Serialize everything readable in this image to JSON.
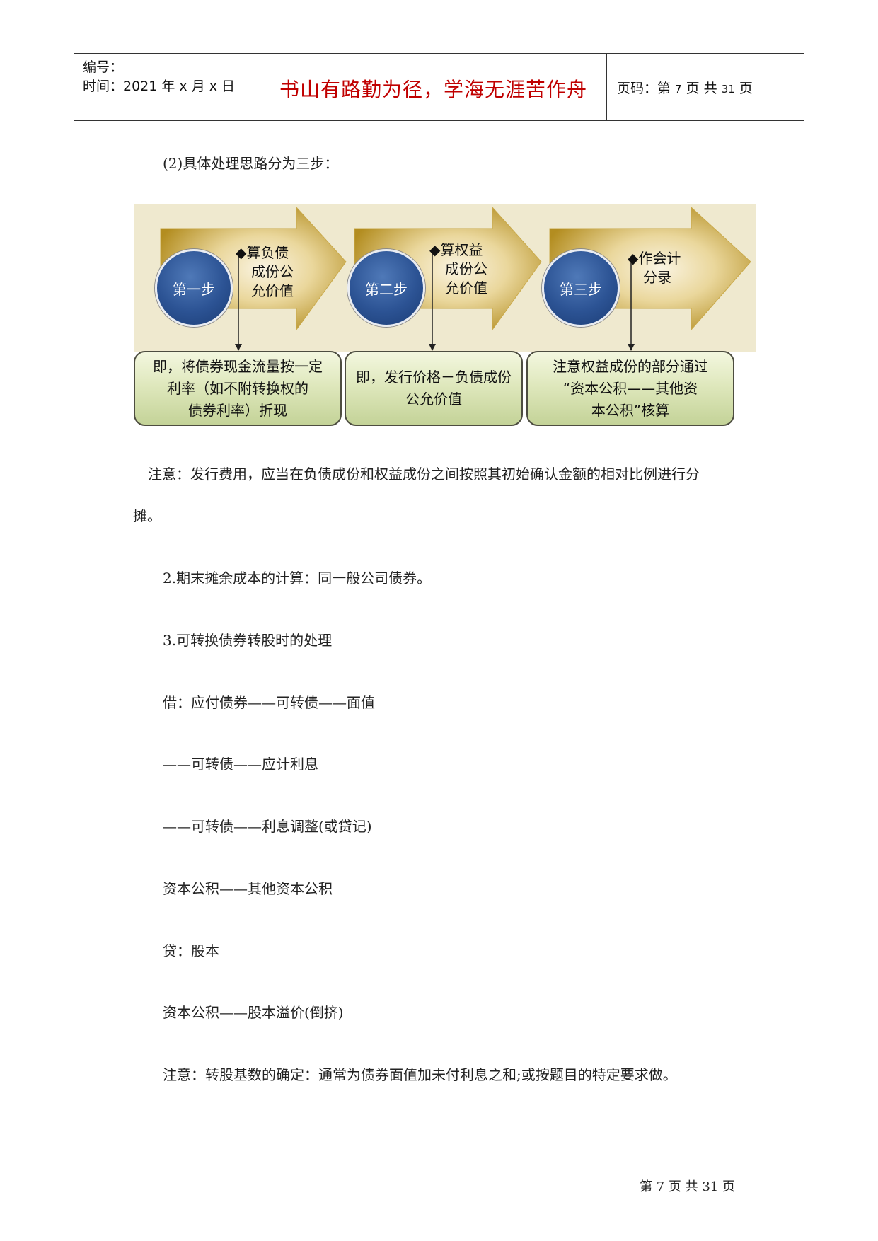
{
  "header": {
    "number_label": "编号：",
    "time_label": "时间：2021 年 x 月 x 日",
    "motto": "书山有路勤为径，学海无涯苦作舟",
    "page_prefix": "页码：第 ",
    "page_num": "7",
    "page_mid": " 页  共 ",
    "page_total": "31",
    "page_suffix": " 页"
  },
  "intro": "(2)具体处理思路分为三步：",
  "diagram": {
    "steps": [
      {
        "circle": "第一步",
        "label": [
          "◆算负债",
          "成份公",
          "允价值"
        ],
        "box": [
          "即，将债券现金流量按一定",
          "利率（如不附转换权的",
          "债券利率）折现"
        ]
      },
      {
        "circle": "第二步",
        "label": [
          "◆算权益",
          "成份公",
          "允价值"
        ],
        "box": [
          "即，发行价格－负债成份",
          "公允价值"
        ]
      },
      {
        "circle": "第三步",
        "label": [
          "◆作会计",
          "分录"
        ],
        "box": [
          "注意权益成份的部分通过",
          "“资本公积——其他资",
          "本公积”核算"
        ]
      }
    ],
    "colors": {
      "arrow_light": "#f3ead0",
      "arrow_dark": "#b38d20",
      "circle": "#2c5394",
      "box": "#dfe8bd"
    }
  },
  "note1_line1": "注意：发行费用，应当在负债成份和权益成份之间按照其初始确认金额的相对比例进行分",
  "note1_line2": "摊。",
  "item2": "2.期末摊余成本的计算：同一般公司债券。",
  "item3": "3.可转换债券转股时的处理",
  "entries": [
    "借：应付债券——可转债——面值",
    "——可转债——应计利息",
    "——可转债——利息调整(或贷记)",
    "资本公积——其他资本公积",
    "贷：股本",
    "资本公积——股本溢价(倒挤)"
  ],
  "note2": "注意：转股基数的确定：通常为债券面值加未付利息之和;或按题目的特定要求做。",
  "footer": "第 7 页  共 31 页"
}
